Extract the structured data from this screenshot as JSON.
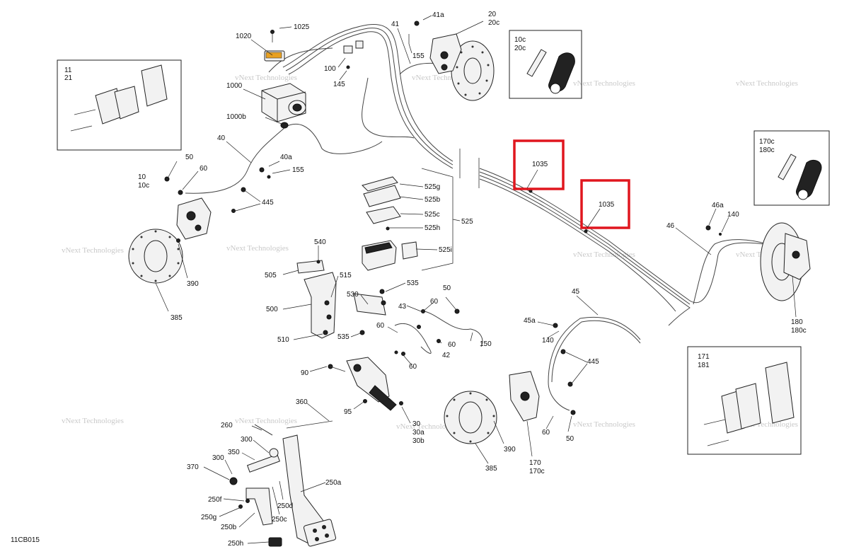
{
  "diagram": {
    "code": "11CB015",
    "watermark": "vNext Technologies",
    "highlight_color": "#e0161e",
    "callouts": {
      "c1025": "1025",
      "c1020": "1020",
      "c1000": "1000",
      "c1000b": "1000b",
      "c41a": "41a",
      "c41": "41",
      "c20": "20",
      "c20c": "20c",
      "c155a": "155",
      "c100": "100",
      "c145": "145",
      "c11": "11",
      "c21": "21",
      "c40": "40",
      "c40a": "40a",
      "c155b": "155",
      "c50a": "50",
      "c60a": "60",
      "c10": "10",
      "c10c": "10c",
      "c445a": "445",
      "c390a": "390",
      "c385a": "385",
      "c525g": "525g",
      "c525b": "525b",
      "c525c": "525c",
      "c525h": "525h",
      "c525": "525",
      "c525i": "525i",
      "c540": "540",
      "c505": "505",
      "c515": "515",
      "c500": "500",
      "c510": "510",
      "c530": "530",
      "c535a": "535",
      "c535b": "535",
      "c43": "43",
      "c60b": "60",
      "c60c": "60",
      "c60d": "60",
      "c60e": "60",
      "c42": "42",
      "c50b": "50",
      "c150": "150",
      "c90": "90",
      "c95": "95",
      "c30": "30",
      "c30a": "30a",
      "c30b": "30b",
      "c360": "360",
      "c260": "260",
      "c300a": "300",
      "c300b": "300",
      "c350": "350",
      "c370": "370",
      "c250f": "250f",
      "c250g": "250g",
      "c250b": "250b",
      "c250h": "250h",
      "c250c": "250c",
      "c250d": "250d",
      "c250a": "250a",
      "c1035a": "1035",
      "c1035b": "1035",
      "c10cbox": "10c",
      "c20cbox": "20c",
      "c170cbox": "170c",
      "c180cbox": "180c",
      "c46a": "46a",
      "c140a": "140",
      "c46": "46",
      "c180": "180",
      "c180c": "180c",
      "c45": "45",
      "c45a": "45a",
      "c140b": "140",
      "c445b": "445",
      "c390b": "390",
      "c385b": "385",
      "c170": "170",
      "c170c": "170c",
      "c60f": "60",
      "c50c": "50",
      "c171": "171",
      "c181": "181"
    }
  }
}
